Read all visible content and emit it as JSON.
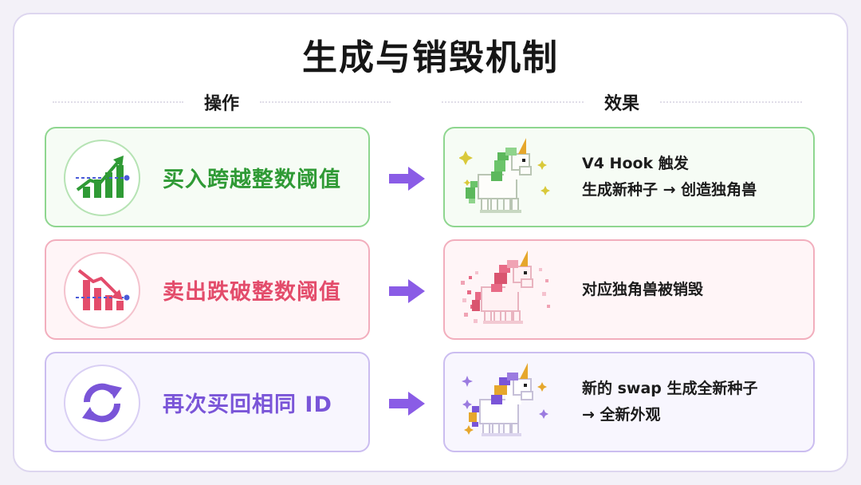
{
  "title": "生成与销毁机制",
  "headers": {
    "operation": "操作",
    "effect": "效果"
  },
  "rows": [
    {
      "operation": "买入跨越整数阈值",
      "effect_lines": [
        "V4 Hook 触发",
        "生成新种子 → 创造独角兽"
      ],
      "icon": "rising-bar-chart-icon",
      "color": "#2f9a35"
    },
    {
      "operation": "卖出跌破整数阈值",
      "effect_lines": [
        "对应独角兽被销毁"
      ],
      "icon": "falling-bar-chart-icon",
      "color": "#e34c6b"
    },
    {
      "operation": "再次买回相同 ID",
      "effect_lines": [
        "新的 swap 生成全新种子",
        "→ 全新外观"
      ],
      "icon": "refresh-cycle-icon",
      "color": "#7a55d8"
    }
  ],
  "arrow_color": "#8a5ce6"
}
